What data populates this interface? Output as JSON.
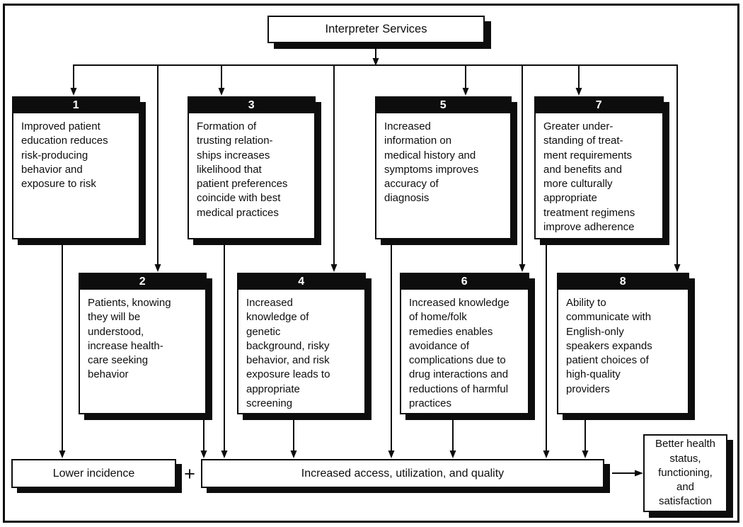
{
  "colors": {
    "ink": "#0d0d0d",
    "paper": "#ffffff"
  },
  "diagram": {
    "title": "Interpreter Services",
    "boxes": [
      {
        "number": "1",
        "text": "Improved patient\neducation reduces\nrisk-producing\nbehavior and\nexposure to risk"
      },
      {
        "number": "2",
        "text": "Patients, knowing\nthey will be\nunderstood,\nincrease health-\ncare seeking\nbehavior"
      },
      {
        "number": "3",
        "text": "Formation of\ntrusting relation-\nships increases\nlikelihood that\npatient preferences\ncoincide with best\nmedical practices"
      },
      {
        "number": "4",
        "text": "Increased\nknowledge of\ngenetic\nbackground, risky\nbehavior, and risk\nexposure leads to\nappropriate\nscreening"
      },
      {
        "number": "5",
        "text": "Increased\ninformation on\nmedical history and\nsymptoms improves\naccuracy of\ndiagnosis"
      },
      {
        "number": "6",
        "text": "Increased knowledge\nof home/folk\nremedies enables\navoidance of\ncomplications due to\ndrug interactions and\nreductions of harmful\npractices"
      },
      {
        "number": "7",
        "text": "Greater under-\nstanding of treat-\nment requirements\nand benefits and\nmore culturally\nappropriate\ntreatment regimens\nimprove adherence"
      },
      {
        "number": "8",
        "text": "Ability to\ncommunicate with\nEnglish-only\nspeakers expands\npatient choices of\nhigh-quality\nproviders"
      }
    ],
    "outcomes": {
      "lower_incidence": "Lower incidence",
      "plus_sign": "+",
      "increased_access": "Increased access, utilization, and quality",
      "better_health": "Better health\nstatus,\nfunctioning,\nand\nsatisfaction"
    }
  }
}
